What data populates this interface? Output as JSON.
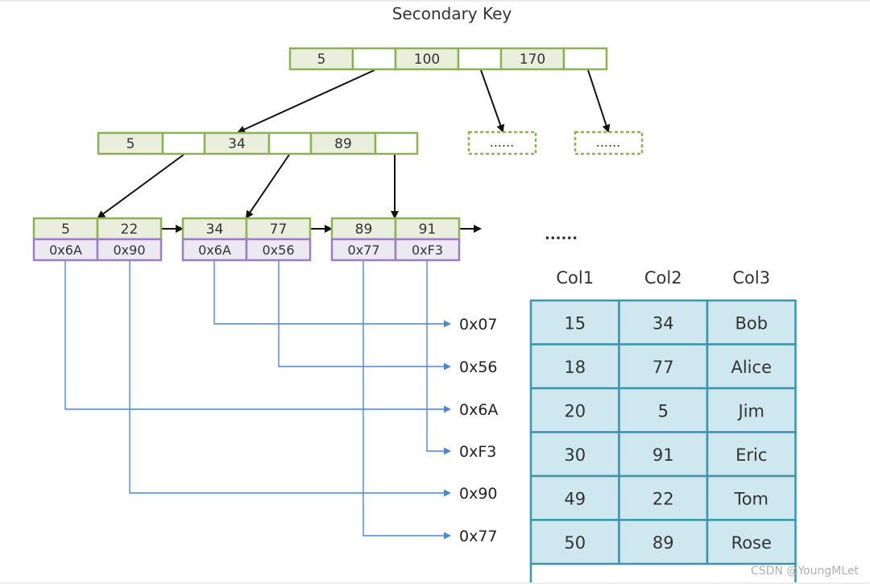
{
  "title": "Secondary Key",
  "colors": {
    "key_fill": "#e9efdc",
    "key_border": "#8db255",
    "ptr_fill": "#ede9f3",
    "ptr_border": "#9b7fbf",
    "link_line": "#4a86d6",
    "table_fill": "#cfe7ee",
    "table_border": "#3e93ad"
  },
  "root_node": {
    "keys": [
      "5",
      "100",
      "170"
    ]
  },
  "level2_node": {
    "keys": [
      "5",
      "34",
      "89"
    ]
  },
  "placeholder_nodes": [
    "......",
    "......"
  ],
  "leaf_nodes": [
    {
      "keys": [
        "5",
        "22"
      ],
      "pointers": [
        "0x6A",
        "0x90"
      ]
    },
    {
      "keys": [
        "34",
        "77"
      ],
      "pointers": [
        "0x6A",
        "0x56"
      ]
    },
    {
      "keys": [
        "89",
        "91"
      ],
      "pointers": [
        "0x77",
        "0xF3"
      ]
    }
  ],
  "leaf_ellipsis": "......",
  "addresses": [
    "0x07",
    "0x56",
    "0x6A",
    "0xF3",
    "0x90",
    "0x77"
  ],
  "table": {
    "columns": [
      "Col1",
      "Col2",
      "Col3"
    ],
    "rows": [
      [
        "15",
        "34",
        "Bob"
      ],
      [
        "18",
        "77",
        "Alice"
      ],
      [
        "20",
        "5",
        "Jim"
      ],
      [
        "30",
        "91",
        "Eric"
      ],
      [
        "49",
        "22",
        "Tom"
      ],
      [
        "50",
        "89",
        "Rose"
      ]
    ]
  },
  "watermark": "CSDN @YoungMLet"
}
